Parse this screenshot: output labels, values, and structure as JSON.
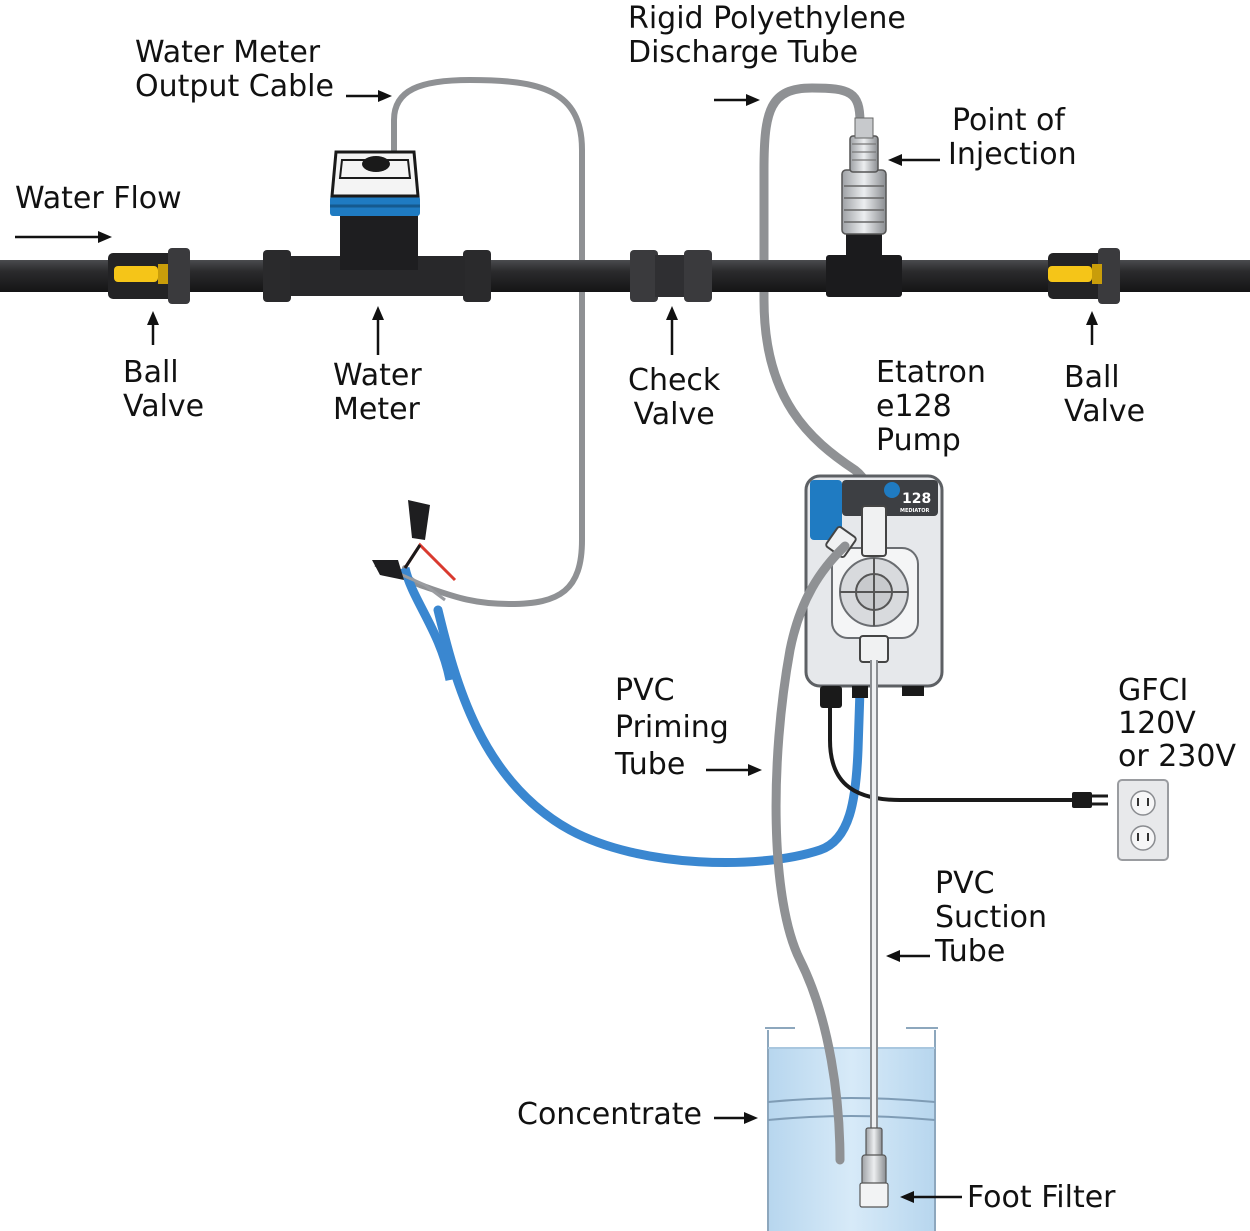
{
  "labels": {
    "water_flow": "Water Flow",
    "meter_cable": [
      "Water Meter",
      "Output Cable"
    ],
    "discharge_tube": [
      "Rigid Polyethylene",
      "Discharge Tube"
    ],
    "injection": [
      "Point of",
      "Injection"
    ],
    "ball_valve_left": [
      "Ball",
      "Valve"
    ],
    "water_meter": [
      "Water",
      "Meter"
    ],
    "check_valve": [
      "Check",
      "Valve"
    ],
    "pump": [
      "Etatron",
      "e128",
      "Pump"
    ],
    "ball_valve_right": [
      "Ball",
      "Valve"
    ],
    "priming_tube": [
      "PVC",
      "Priming",
      "Tube"
    ],
    "gfci": [
      "GFCI",
      "120V",
      "or 230V"
    ],
    "suction_tube": [
      "PVC",
      "Suction",
      "Tube"
    ],
    "concentrate": "Concentrate",
    "foot_filter": "Foot Filter"
  },
  "pump_face": {
    "model": "128",
    "brand": "MEDIATOR"
  },
  "colors": {
    "pipe": "#2b2b2d",
    "valve_handle": "#f5c518",
    "meter_band": "#1f7bc2",
    "gray_tube": "#8f9194",
    "blue_cable": "#3a87d0",
    "concentrate": "#c9e2f5",
    "pump_body": "#e6e8eb"
  }
}
